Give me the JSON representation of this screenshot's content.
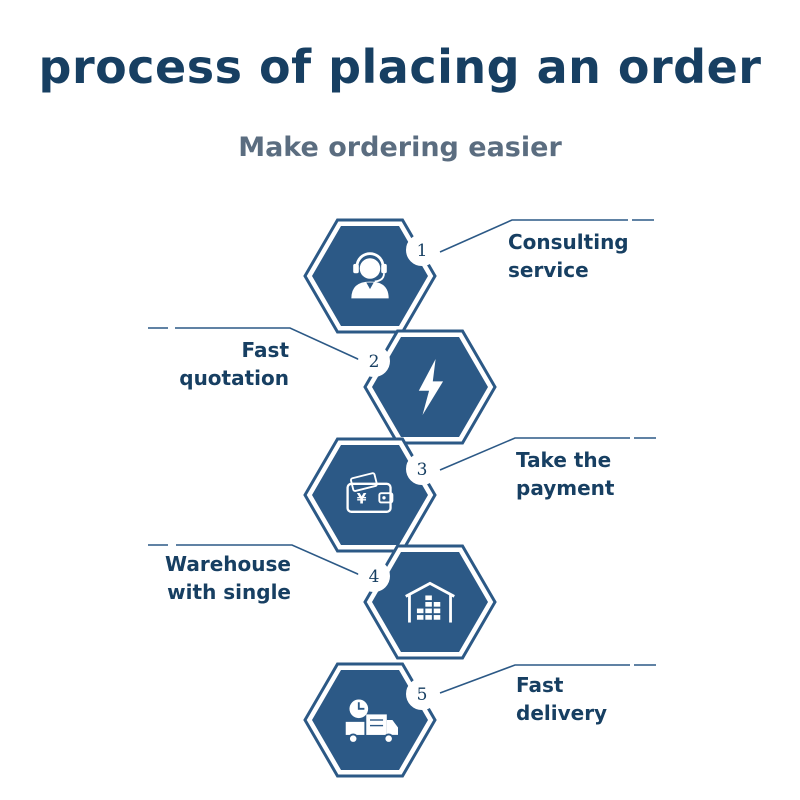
{
  "header": {
    "title": "process of placing an order",
    "subtitle": "Make ordering easier"
  },
  "colors": {
    "hex_fill": "#2c5986",
    "hex_border": "#2c5986",
    "line": "#2c5986",
    "title": "#173f62"
  },
  "steps": [
    {
      "number": "1",
      "line1": "Consulting",
      "line2": "service",
      "icon": "customer-service-icon"
    },
    {
      "number": "2",
      "line1": "Fast",
      "line2": "quotation",
      "icon": "lightning-icon"
    },
    {
      "number": "3",
      "line1": "Take the",
      "line2": "payment",
      "icon": "wallet-icon"
    },
    {
      "number": "4",
      "line1": "Warehouse",
      "line2": "with single",
      "icon": "warehouse-icon"
    },
    {
      "number": "5",
      "line1": "Fast",
      "line2": "delivery",
      "icon": "delivery-truck-icon"
    }
  ]
}
